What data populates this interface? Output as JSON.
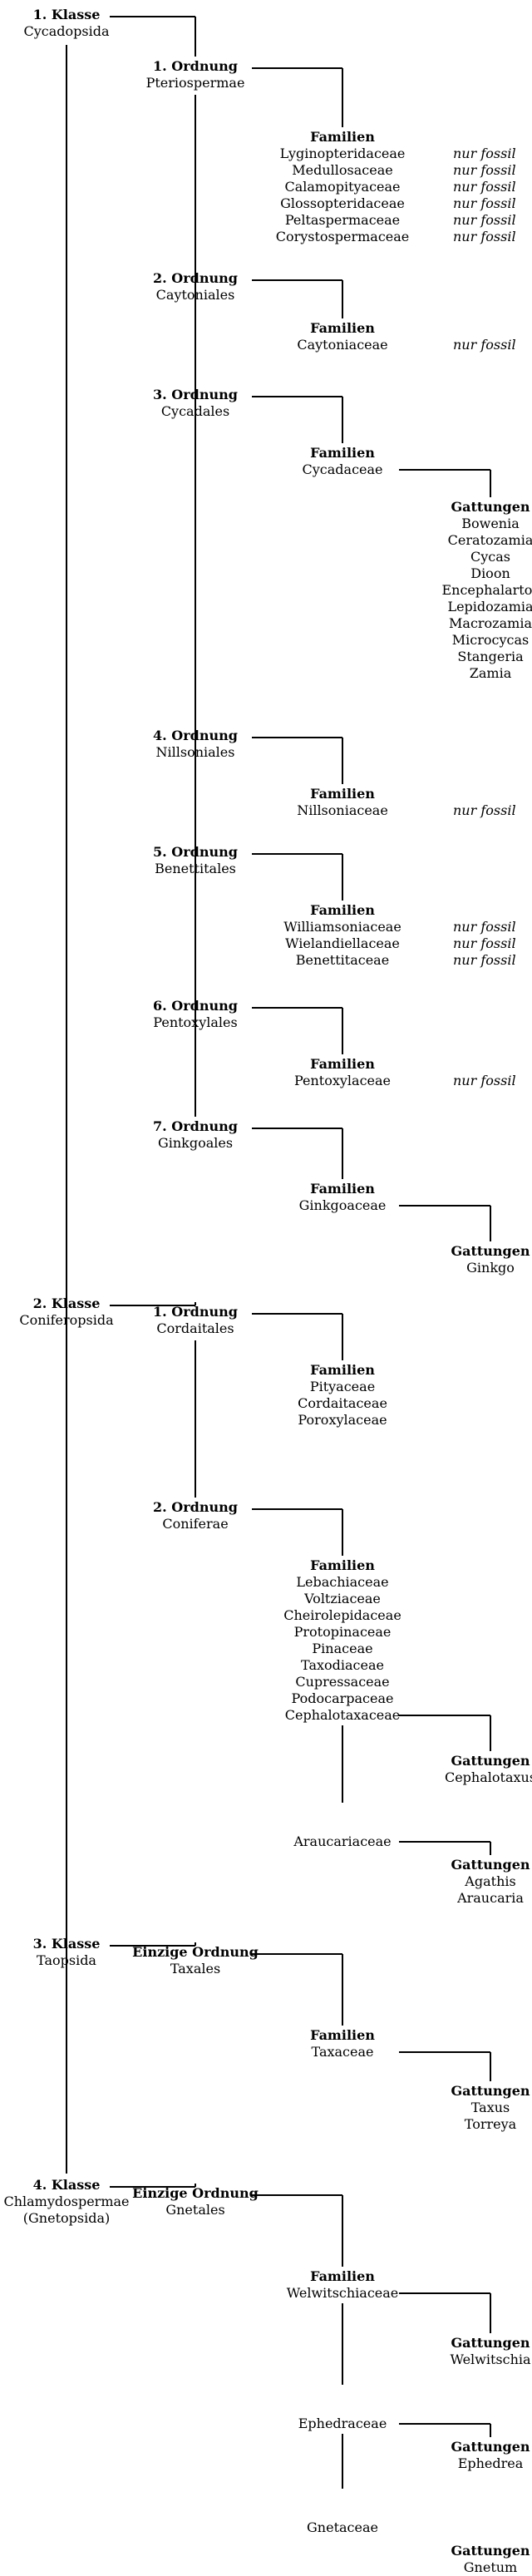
{
  "fossil_label": "nur fossil",
  "classes": [
    {
      "id": "k1",
      "heading": "1. Klasse",
      "names": [
        "Cycadopsida"
      ],
      "orders": [
        {
          "id": "k1o1",
          "heading": "1. Ordnung",
          "name": "Pteriospermae",
          "families_heading": "Familien",
          "families": [
            {
              "name": "Lyginopteridaceae",
              "fossil": true
            },
            {
              "name": "Medullosaceae",
              "fossil": true
            },
            {
              "name": "Calamopityaceae",
              "fossil": true
            },
            {
              "name": "Glossopteridaceae",
              "fossil": true
            },
            {
              "name": "Peltaspermaceae",
              "fossil": true
            },
            {
              "name": "Corystospermaceae",
              "fossil": true
            }
          ]
        },
        {
          "id": "k1o2",
          "heading": "2. Ordnung",
          "name": "Caytoniales",
          "families_heading": "Familien",
          "families": [
            {
              "name": "Caytoniaceae",
              "fossil": true
            }
          ]
        },
        {
          "id": "k1o3",
          "heading": "3. Ordnung",
          "name": "Cycadales",
          "families_heading": "Familien",
          "families": [
            {
              "name": "Cycadaceae",
              "fossil": false,
              "genera_heading": "Gattungen",
              "genera": [
                "Bowenia",
                "Ceratozamia",
                "Cycas",
                "Dioon",
                "Encephalartos",
                "Lepidozamia",
                "Macrozamia",
                "Microcycas",
                "Stangeria",
                "Zamia"
              ]
            }
          ]
        },
        {
          "id": "k1o4",
          "heading": "4. Ordnung",
          "name": "Nillsoniales",
          "families_heading": "Familien",
          "families": [
            {
              "name": "Nillsoniaceae",
              "fossil": true
            }
          ]
        },
        {
          "id": "k1o5",
          "heading": "5. Ordnung",
          "name": "Benettitales",
          "families_heading": "Familien",
          "families": [
            {
              "name": "Williamsoniaceae",
              "fossil": true
            },
            {
              "name": "Wielandiellaceae",
              "fossil": true
            },
            {
              "name": "Benettitaceae",
              "fossil": true
            }
          ]
        },
        {
          "id": "k1o6",
          "heading": "6. Ordnung",
          "name": "Pentoxylales",
          "families_heading": "Familien",
          "families": [
            {
              "name": "Pentoxylaceae",
              "fossil": true
            }
          ]
        },
        {
          "id": "k1o7",
          "heading": "7. Ordnung",
          "name": "Ginkgoales",
          "families_heading": "Familien",
          "families": [
            {
              "name": "Ginkgoaceae",
              "fossil": false,
              "genera_heading": "Gattungen",
              "genera": [
                "Ginkgo"
              ]
            }
          ]
        }
      ]
    },
    {
      "id": "k2",
      "heading": "2. Klasse",
      "names": [
        "Coniferopsida"
      ],
      "orders": [
        {
          "id": "k2o1",
          "heading": "1. Ordnung",
          "name": "Cordaitales",
          "families_heading": "Familien",
          "families": [
            {
              "name": "Pityaceae",
              "fossil": false
            },
            {
              "name": "Cordaitaceae",
              "fossil": false
            },
            {
              "name": "Poroxylaceae",
              "fossil": false
            }
          ]
        },
        {
          "id": "k2o2",
          "heading": "2. Ordnung",
          "name": "Coniferae",
          "families_heading": "Familien",
          "families": [
            {
              "name": "Lebachiaceae",
              "fossil": false
            },
            {
              "name": "Voltziaceae",
              "fossil": false
            },
            {
              "name": "Cheirolepidaceae",
              "fossil": false
            },
            {
              "name": "Protopinaceae",
              "fossil": false
            },
            {
              "name": "Pinaceae",
              "fossil": false
            },
            {
              "name": "Taxodiaceae",
              "fossil": false
            },
            {
              "name": "Cupressaceae",
              "fossil": false
            },
            {
              "name": "Podocarpaceae",
              "fossil": false
            },
            {
              "name": "Cephalotaxaceae",
              "fossil": false,
              "genera_heading": "Gattungen",
              "genera": [
                "Cephalotaxus"
              ]
            },
            {
              "name": "Araucariaceae",
              "fossil": false,
              "genera_heading": "Gattungen",
              "genera": [
                "Agathis",
                "Araucaria"
              ]
            }
          ]
        }
      ]
    },
    {
      "id": "k3",
      "heading": "3. Klasse",
      "names": [
        "Taopsida"
      ],
      "orders": [
        {
          "id": "k3o1",
          "heading": "Einzige Ordnung",
          "name": "Taxales",
          "families_heading": "Familien",
          "families": [
            {
              "name": "Taxaceae",
              "fossil": false,
              "genera_heading": "Gattungen",
              "genera": [
                "Taxus",
                "Torreya"
              ]
            }
          ]
        }
      ]
    },
    {
      "id": "k4",
      "heading": "4. Klasse",
      "names": [
        "Chlamydospermae",
        "(Gnetopsida)"
      ],
      "orders": [
        {
          "id": "k4o1",
          "heading": "Einzige Ordnung",
          "name": "Gnetales",
          "families_heading": "Familien",
          "families": [
            {
              "name": "Welwitschiaceae",
              "fossil": false,
              "genera_heading": "Gattungen",
              "genera": [
                "Welwitschia"
              ]
            },
            {
              "name": "Ephedraceae",
              "fossil": false,
              "genera_heading": "Gattungen",
              "genera": [
                "Ephedrea"
              ]
            },
            {
              "name": "Gnetaceae",
              "fossil": false,
              "genera_heading": "Gattungen",
              "genera": [
                "Gnetum"
              ]
            }
          ]
        }
      ]
    }
  ]
}
